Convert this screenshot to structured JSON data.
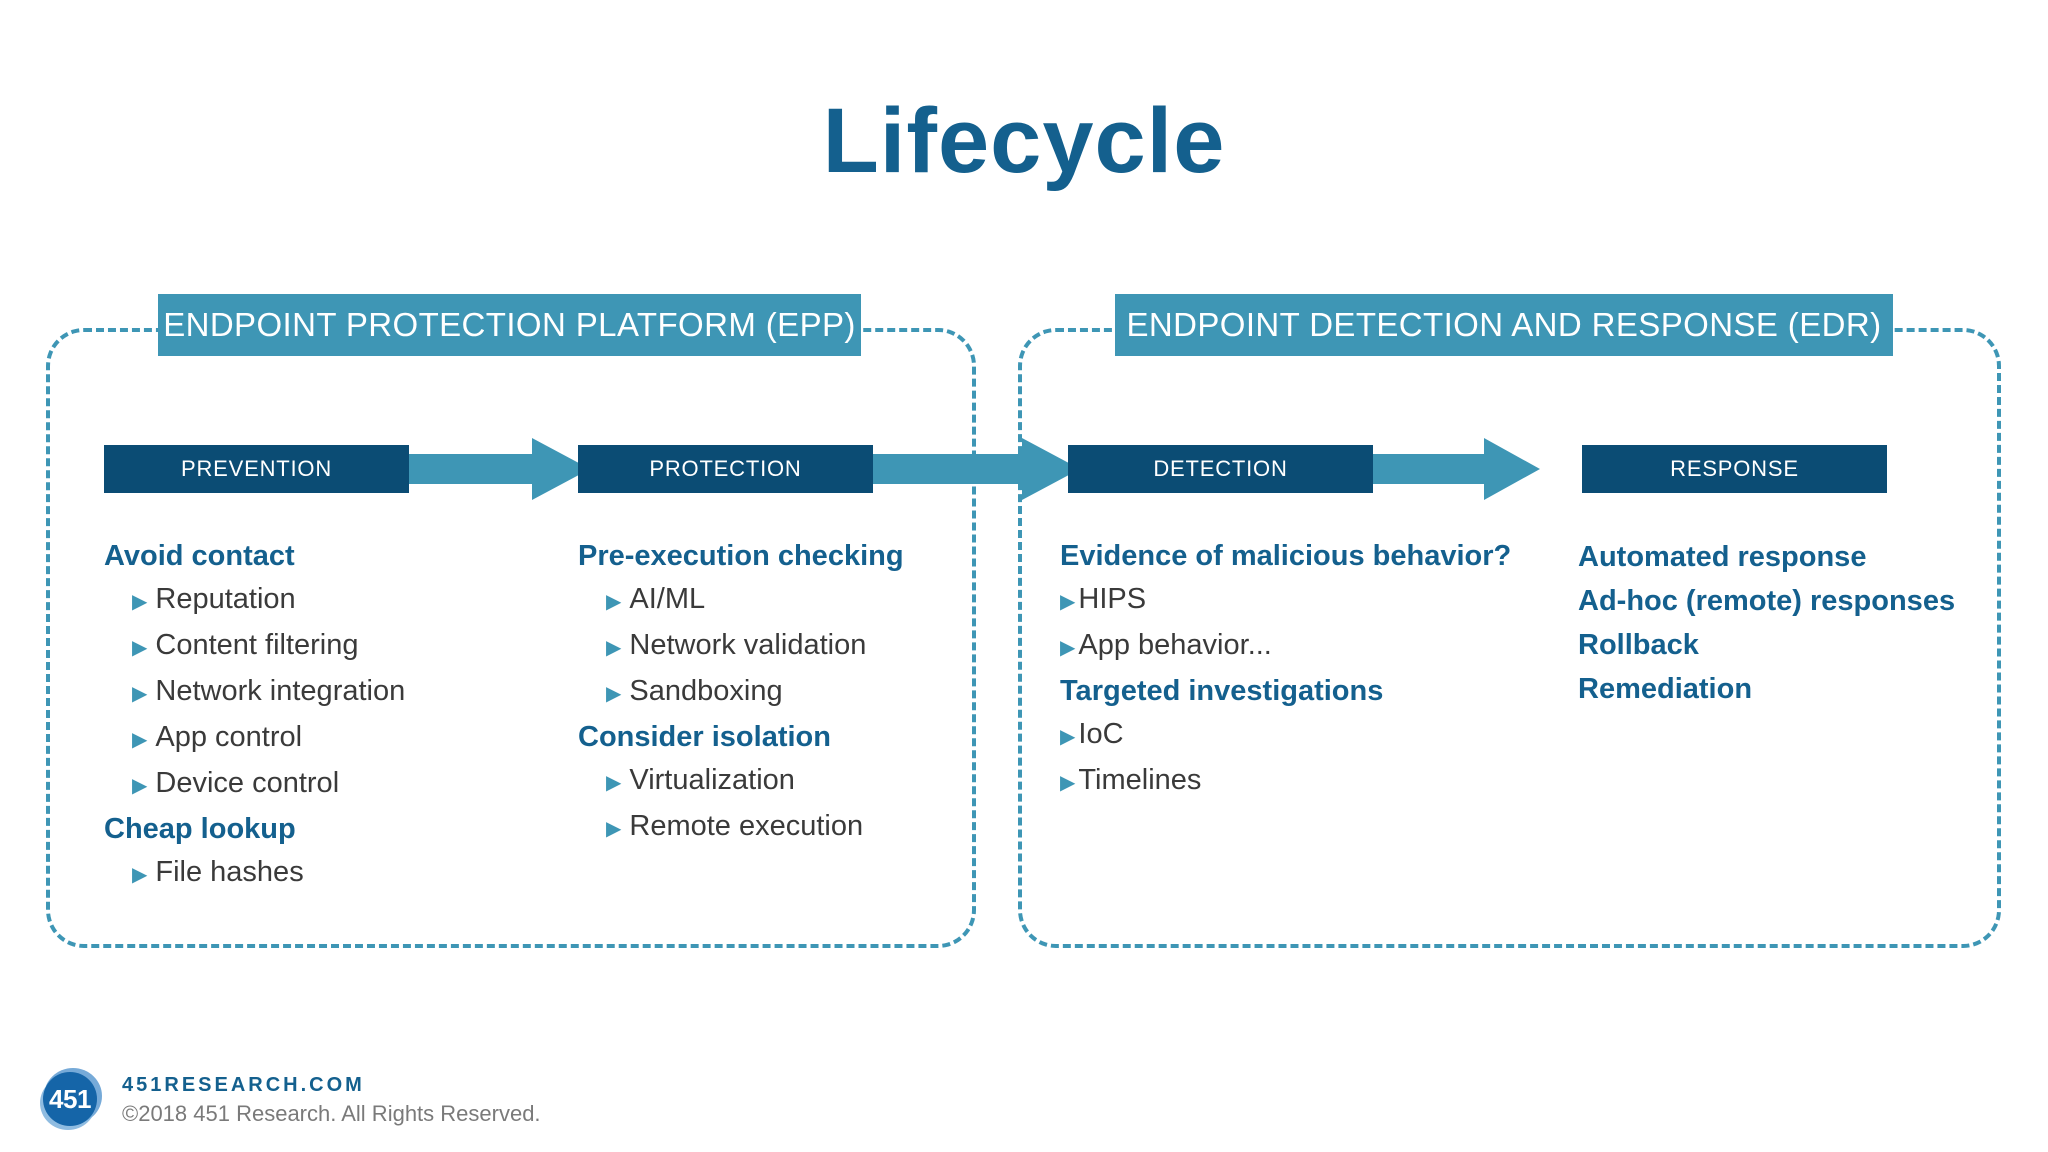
{
  "title": "Lifecycle",
  "colors": {
    "title_blue": "#14608E",
    "header_teal": "#3E96B5",
    "stage_navy": "#0B4C74",
    "heading_blue": "#14608E",
    "body_gray": "#3A3A3A",
    "arrow_teal": "#3E96B5",
    "background": "#FFFFFF"
  },
  "panels": [
    {
      "id": "epp",
      "header": "ENDPOINT PROTECTION PLATFORM (EPP)"
    },
    {
      "id": "edr",
      "header": "ENDPOINT DETECTION AND RESPONSE (EDR)"
    }
  ],
  "stages": [
    {
      "id": "prevention",
      "label": "PREVENTION"
    },
    {
      "id": "protection",
      "label": "PROTECTION"
    },
    {
      "id": "detection",
      "label": "DETECTION"
    },
    {
      "id": "response",
      "label": "RESPONSE"
    }
  ],
  "bullet_glyph": "▶",
  "columns": [
    {
      "id": "prevention",
      "groups": [
        {
          "heading": "Avoid contact",
          "items": [
            "Reputation",
            "Content filtering",
            "Network integration",
            "App control",
            "Device control"
          ]
        },
        {
          "heading": "Cheap lookup",
          "items": [
            "File hashes"
          ]
        }
      ]
    },
    {
      "id": "protection",
      "groups": [
        {
          "heading": "Pre-execution checking",
          "items": [
            "AI/ML",
            "Network validation",
            "Sandboxing"
          ]
        },
        {
          "heading": "Consider isolation",
          "items": [
            "Virtualization",
            "Remote execution"
          ]
        }
      ]
    },
    {
      "id": "detection",
      "groups": [
        {
          "heading": "Evidence of malicious behavior?",
          "items": [
            "HIPS",
            "App behavior..."
          ]
        },
        {
          "heading": "Targeted investigations",
          "items": [
            "IoC",
            "Timelines"
          ]
        }
      ]
    },
    {
      "id": "response",
      "headings": [
        "Automated response",
        "Ad-hoc (remote) responses",
        "Rollback",
        "Remediation"
      ]
    }
  ],
  "footer": {
    "logo_text": "451",
    "site": "451RESEARCH.COM",
    "copyright": "©2018 451 Research. All Rights Reserved."
  }
}
